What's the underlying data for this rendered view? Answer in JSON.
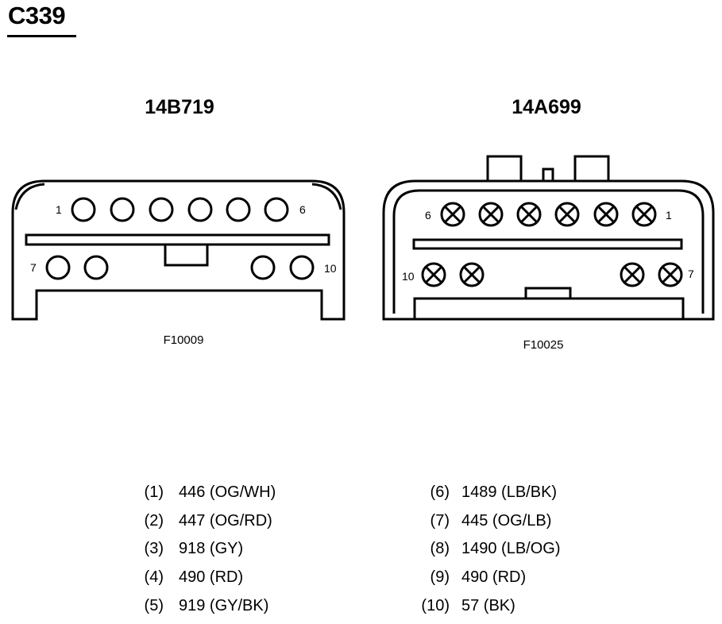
{
  "title": "C339",
  "connectors": [
    {
      "name": "14B719",
      "figure_id": "F10009",
      "pin_labels": {
        "top_left": "1",
        "top_right": "6",
        "bottom_left": "7",
        "bottom_right": "10"
      }
    },
    {
      "name": "14A699",
      "figure_id": "F10025",
      "pin_labels": {
        "top_left": "6",
        "top_right": "1",
        "bottom_left": "10",
        "bottom_right": "7"
      }
    }
  ],
  "pinout": [
    {
      "pin": "(1)",
      "wire": "446 (OG/WH)"
    },
    {
      "pin": "(2)",
      "wire": "447 (OG/RD)"
    },
    {
      "pin": "(3)",
      "wire": "918 (GY)"
    },
    {
      "pin": "(4)",
      "wire": "490 (RD)"
    },
    {
      "pin": "(5)",
      "wire": "919 (GY/BK)"
    },
    {
      "pin": "(6)",
      "wire": "1489 (LB/BK)"
    },
    {
      "pin": "(7)",
      "wire": "445 (OG/LB)"
    },
    {
      "pin": "(8)",
      "wire": "1490 (LB/OG)"
    },
    {
      "pin": "(9)",
      "wire": "490 (RD)"
    },
    {
      "pin": "(10)",
      "wire": "57 (BK)"
    }
  ]
}
